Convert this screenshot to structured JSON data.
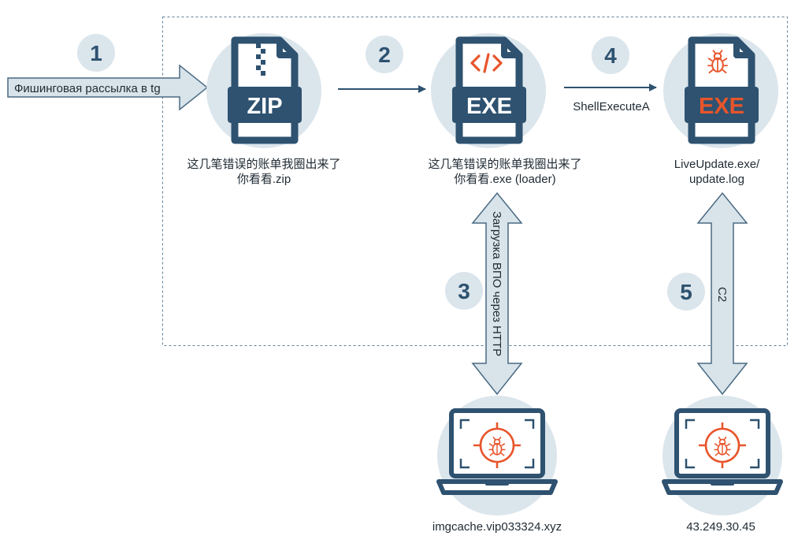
{
  "colors": {
    "circle_fill": "#dbe5ec",
    "doc_dark": "#2e5270",
    "accent": "#e8552b",
    "arrow": "#2e5270",
    "light_arrow_fill": "#d8e3ea",
    "light_arrow_stroke": "#4a6a82",
    "frame": "#5f7f96"
  },
  "steps": {
    "s1": "1",
    "s2": "2",
    "s3": "3",
    "s4": "4",
    "s5": "5"
  },
  "input": {
    "label": "Фишинговая рассылка в tg"
  },
  "files": {
    "zip": {
      "badge": "ZIP",
      "icon": "zipper-icon",
      "name_line1": "这几笔错误的账单我圈出来了",
      "name_line2": "你看看.zip"
    },
    "loader": {
      "badge": "EXE",
      "icon": "code-icon",
      "name_line1": "这几笔错误的账单我圈出来了",
      "name_line2": "你看看.exe (loader)"
    },
    "payload": {
      "badge": "EXE",
      "icon": "bug-icon",
      "name_line1": "LiveUpdate.exe/",
      "name_line2": "update.log"
    }
  },
  "edges": {
    "e4_label": "ShellExecuteA",
    "e3_label": "Загрузка ВПО через HTTP",
    "e5_label": "C2"
  },
  "servers": {
    "server1": {
      "label": "imgcache.vip033324.xyz",
      "icon": "laptop-bug-icon"
    },
    "server2": {
      "label": "43.249.30.45",
      "icon": "laptop-bug-icon"
    }
  }
}
